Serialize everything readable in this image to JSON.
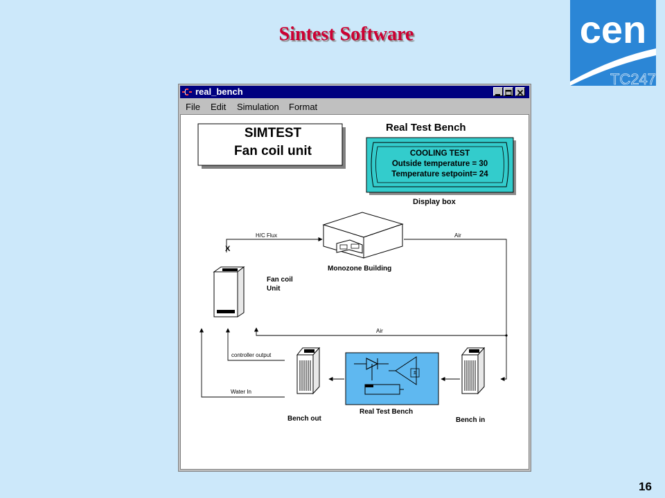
{
  "slide": {
    "title": "Sintest Software",
    "page_number": "16",
    "logo": {
      "text": "cen",
      "subtext": "TC247",
      "color": "#2b86d6"
    }
  },
  "window": {
    "title": "real_bench",
    "menu": [
      "File",
      "Edit",
      "Simulation",
      "Format"
    ]
  },
  "diagram": {
    "simtest_box": {
      "line1": "SIMTEST",
      "line2": "Fan coil unit"
    },
    "display": {
      "heading": "Real Test Bench",
      "lines": [
        "COOLING TEST",
        "Outside temperature = 30",
        "Temperature setpoint= 24"
      ],
      "caption": "Display box",
      "color": "#33cccc"
    },
    "labels": {
      "hc_flux": "H/C Flux",
      "air_top": "Air",
      "x_marker": "X",
      "building": "Monozone Building",
      "fan_coil_line1": "Fan coil",
      "fan_coil_line2": "Unit",
      "air_mid": "Air",
      "controller_output": "controller output",
      "water_in": "Water In",
      "bench_out": "Bench out",
      "real_test_bench": "Real Test Bench",
      "bench_in": "Bench in"
    },
    "bench_block_color": "#5fb8f0"
  }
}
